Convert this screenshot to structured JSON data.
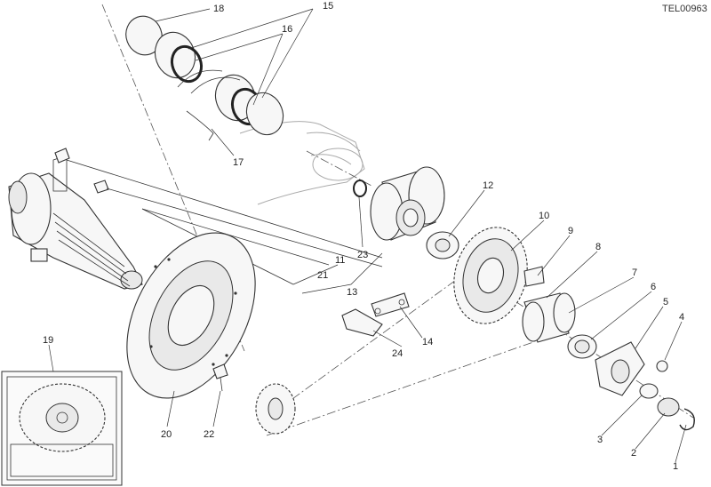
{
  "diagram": {
    "code": "TEL00963",
    "callouts": [
      "1",
      "2",
      "3",
      "4",
      "5",
      "6",
      "7",
      "8",
      "9",
      "10",
      "11",
      "12",
      "13",
      "14",
      "15",
      "16",
      "17",
      "18",
      "19",
      "20",
      "21",
      "22",
      "23",
      "24"
    ]
  }
}
